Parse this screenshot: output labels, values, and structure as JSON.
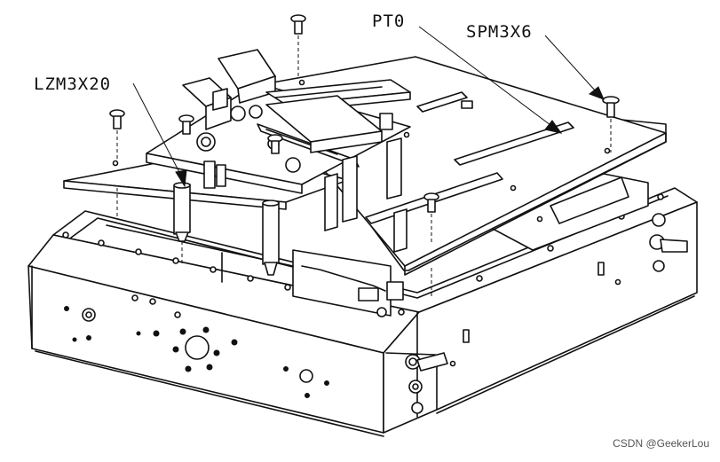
{
  "labels": {
    "pt0": "PT0",
    "spm": "SPM3X6",
    "lzm": "LZM3X20"
  },
  "watermark": "CSDN @GeekerLou"
}
